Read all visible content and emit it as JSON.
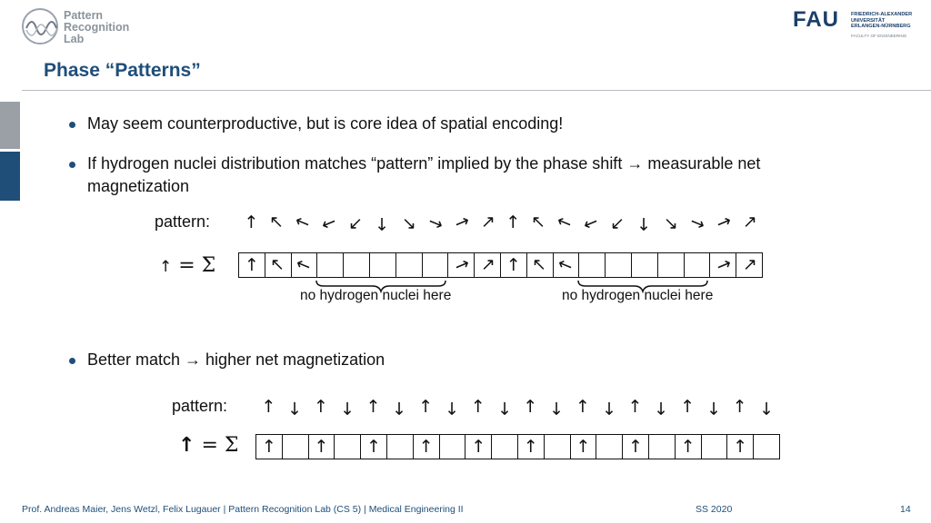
{
  "header": {
    "lab_logo_lines": [
      "Pattern",
      "Recognition",
      "Lab"
    ],
    "fau_word": "FAU",
    "fau_lines": [
      "FRIEDRICH-ALEXANDER",
      "UNIVERSITÄT",
      "ERLANGEN-NÜRNBERG"
    ],
    "fau_sub": "FACULTY OF ENGINEERING",
    "brand_color": "#1f4e79"
  },
  "title": "Phase “Patterns”",
  "bullets": [
    "May seem counterproductive, but is core idea of spatial encoding!",
    "If hydrogen nuclei distribution matches “pattern” implied by the phase shift → measurable net",
    "magnetization",
    "Better match → higher net magnetization"
  ],
  "diagram1": {
    "pattern_label": "pattern:",
    "lhs_arrow_deg": 0,
    "lhs_text": "= Σ",
    "pattern_angles": [
      0,
      -45,
      -67.5,
      -112.5,
      -135,
      180,
      135,
      112.5,
      67.5,
      45,
      0,
      -45,
      -67.5,
      -112.5,
      -135,
      180,
      135,
      112.5,
      67.5,
      45
    ],
    "cells": [
      0,
      -45,
      -67.5,
      null,
      null,
      null,
      null,
      null,
      67.5,
      45,
      0,
      -45,
      -67.5,
      null,
      null,
      null,
      null,
      null,
      67.5,
      45
    ],
    "brace_labels": [
      "no hydrogen nuclei here",
      "no hydrogen nuclei here"
    ]
  },
  "diagram2": {
    "pattern_label": "pattern:",
    "lhs_arrow_deg": 0,
    "lhs_text": "= Σ",
    "pattern_angles": [
      0,
      180,
      0,
      180,
      0,
      180,
      0,
      180,
      0,
      180,
      0,
      180,
      0,
      180,
      0,
      180,
      0,
      180,
      0,
      180
    ],
    "cells": [
      0,
      null,
      0,
      null,
      0,
      null,
      0,
      null,
      0,
      null,
      0,
      null,
      0,
      null,
      0,
      null,
      0,
      null,
      0,
      null
    ]
  },
  "footer": {
    "authors": "Prof. Andreas Maier, Jens Wetzl, Felix Lugauer   |   Pattern Recognition Lab (CS 5)   |   Medical Engineering II",
    "term": "SS 2020",
    "page": "14"
  }
}
